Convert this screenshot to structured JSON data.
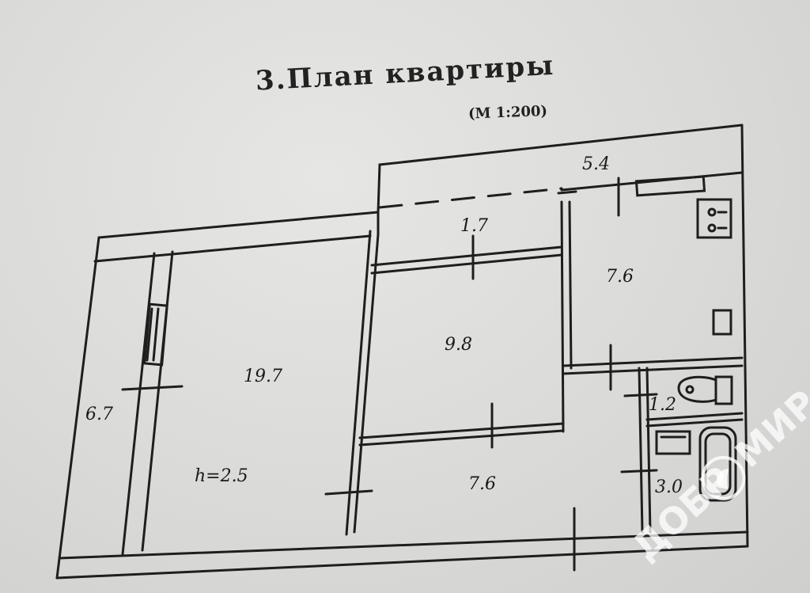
{
  "title": "3.План  квартиры",
  "subtitle": "(М  1:200)",
  "rooms": [
    {
      "id": "balcony",
      "label": "6.7"
    },
    {
      "id": "living-room",
      "label": "19.7"
    },
    {
      "id": "ceiling-height",
      "label": "h=2.5"
    },
    {
      "id": "storage",
      "label": "1.7"
    },
    {
      "id": "bedroom",
      "label": "9.8"
    },
    {
      "id": "hallway",
      "label": "7.6"
    },
    {
      "id": "kitchen",
      "label": "7.6"
    },
    {
      "id": "toilet",
      "label": "1.2"
    },
    {
      "id": "bathroom",
      "label": "3.0"
    }
  ],
  "dimension_top": "5.4",
  "watermark": {
    "part1": "ДОБР",
    "part2": "МИР"
  }
}
